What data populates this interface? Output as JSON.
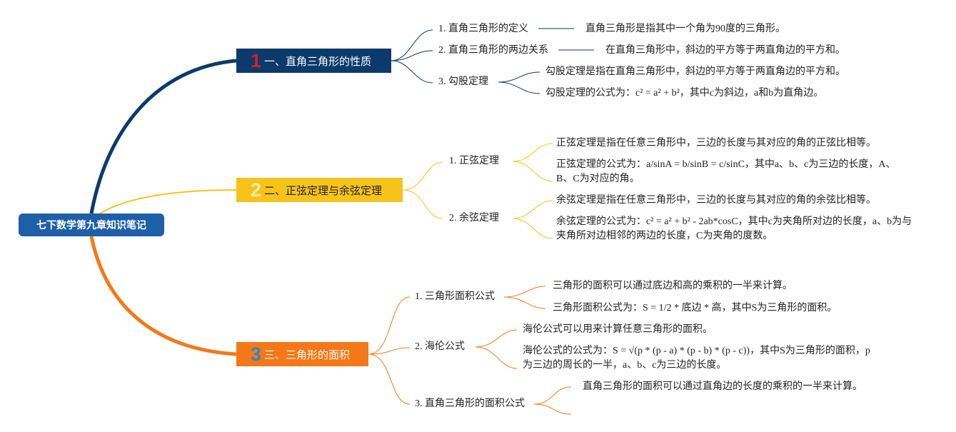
{
  "root": {
    "title": "七下数学第九章知识笔记"
  },
  "colors": {
    "root": "#1f5fa8",
    "branch1": "#0c3a6b",
    "branch2": "#f6c31b",
    "branch3": "#f47818",
    "num1": "#d0202a",
    "num2": "#fde9a8",
    "num3": "#2e86c9"
  },
  "branches": [
    {
      "number": "1",
      "title": "一、直角三角形的性质",
      "subs": [
        {
          "label": "1. 直角三角形的定义",
          "leaves": [
            "直角三角形是指其中一个角为90度的三角形。"
          ]
        },
        {
          "label": "2. 直角三角形的两边关系",
          "leaves": [
            "在直角三角形中，斜边的平方等于两直角边的平方和。"
          ]
        },
        {
          "label": "3. 勾股定理",
          "leaves": [
            "勾股定理是指在直角三角形中，斜边的平方等于两直角边的平方和。",
            "勾股定理的公式为：c² = a² + b²，其中c为斜边，a和b为直角边。"
          ]
        }
      ]
    },
    {
      "number": "2",
      "title": "二、正弦定理与余弦定理",
      "subs": [
        {
          "label": "1. 正弦定理",
          "leaves": [
            "正弦定理是指在任意三角形中，三边的长度与其对应的角的正弦比相等。",
            "正弦定理的公式为：a/sinA = b/sinB = c/sinC，其中a、b、c为三边的长度，A、B、C为对应的角。"
          ]
        },
        {
          "label": "2. 余弦定理",
          "leaves": [
            "余弦定理是指在任意三角形中，三边的长度与其对应的角的余弦比相等。",
            "余弦定理的公式为：c² = a² + b² - 2ab*cosC，其中c为夹角所对边的长度，a、b为与夹角所对边相邻的两边的长度，C为夹角的度数。"
          ]
        }
      ]
    },
    {
      "number": "3",
      "title": "三、三角形的面积",
      "subs": [
        {
          "label": "1. 三角形面积公式",
          "leaves": [
            "三角形的面积可以通过底边和高的乘积的一半来计算。",
            "三角形面积公式为：S = 1/2 * 底边 * 高，其中S为三角形的面积。"
          ]
        },
        {
          "label": "2. 海伦公式",
          "leaves": [
            "海伦公式可以用来计算任意三角形的面积。",
            "海伦公式的公式为：S = √(p * (p - a) * (p - b) * (p - c))，其中S为三角形的面积，p为三边的周长的一半，a、b、c为三边的长度。"
          ]
        },
        {
          "label": "3. 直角三角形的面积公式",
          "leaves": [
            "直角三角形的面积可以通过直角边的长度的乘积的一半来计算。"
          ]
        }
      ]
    }
  ]
}
